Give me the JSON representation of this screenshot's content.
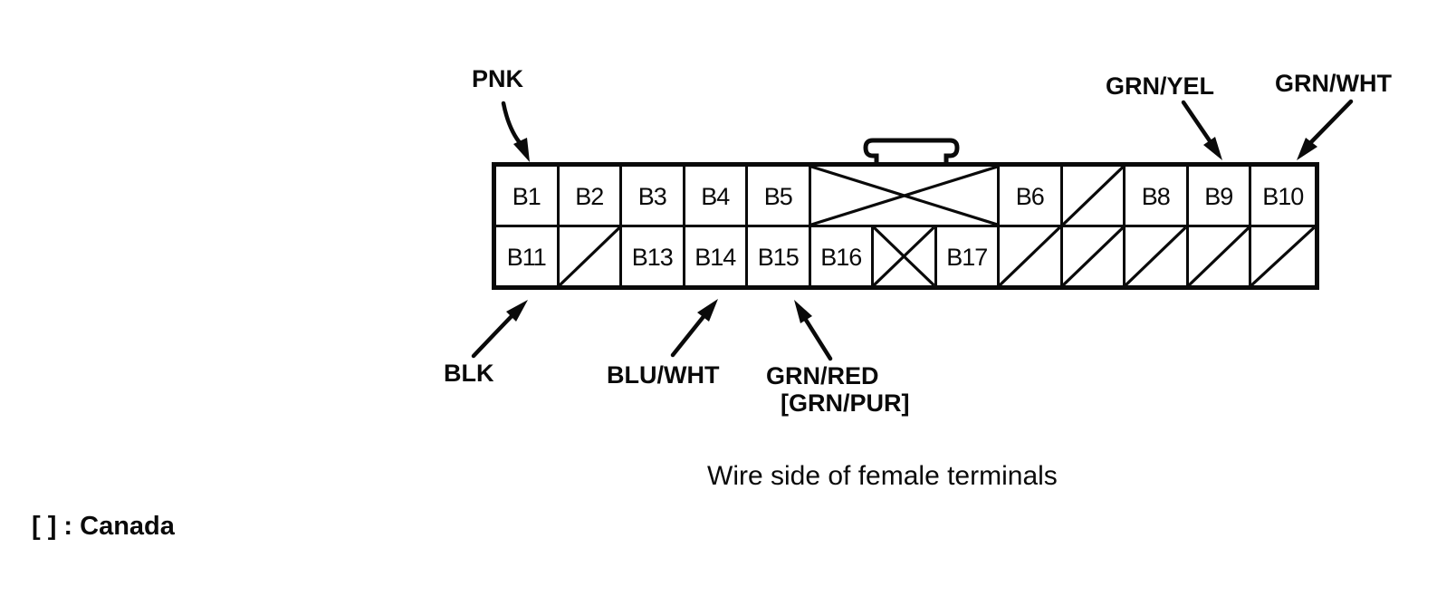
{
  "diagram": {
    "caption": "Wire side of female terminals",
    "legend": {
      "text": "[ ] : Canada",
      "meaning": "Bracketed wire color applies to Canada models"
    },
    "colors": {
      "ink": "#0a0a0a",
      "background": "#ffffff"
    },
    "connector": {
      "rows": 2,
      "columns": 13,
      "top_row": [
        {
          "label": "B1",
          "type": "terminal"
        },
        {
          "label": "B2",
          "type": "terminal"
        },
        {
          "label": "B3",
          "type": "terminal"
        },
        {
          "label": "B4",
          "type": "terminal"
        },
        {
          "label": "B5",
          "type": "terminal"
        },
        {
          "label": "",
          "type": "crossed-unused",
          "span": 3
        },
        {
          "label": "B6",
          "type": "terminal"
        },
        {
          "label": "",
          "type": "slashed-unused"
        },
        {
          "label": "B8",
          "type": "terminal"
        },
        {
          "label": "B9",
          "type": "terminal"
        },
        {
          "label": "B10",
          "type": "terminal"
        }
      ],
      "bottom_row": [
        {
          "label": "B11",
          "type": "terminal"
        },
        {
          "label": "",
          "type": "slashed-unused"
        },
        {
          "label": "B13",
          "type": "terminal"
        },
        {
          "label": "B14",
          "type": "terminal"
        },
        {
          "label": "B15",
          "type": "terminal"
        },
        {
          "label": "B16",
          "type": "terminal"
        },
        {
          "label": "",
          "type": "crossed-unused"
        },
        {
          "label": "B17",
          "type": "terminal"
        },
        {
          "label": "",
          "type": "slashed-unused"
        },
        {
          "label": "",
          "type": "slashed-unused"
        },
        {
          "label": "",
          "type": "slashed-unused"
        },
        {
          "label": "",
          "type": "slashed-unused"
        },
        {
          "label": "",
          "type": "slashed-unused"
        }
      ]
    },
    "wire_labels": {
      "pnk": {
        "text": "PNK",
        "terminal": "B1"
      },
      "grn_yel": {
        "text": "GRN/YEL",
        "terminal": "B9"
      },
      "grn_wht": {
        "text": "GRN/WHT",
        "terminal": "B10"
      },
      "blk": {
        "text": "BLK",
        "terminal": "B11"
      },
      "blu_wht": {
        "text": "BLU/WHT",
        "terminal": "B14"
      },
      "grn_red": {
        "text": "GRN/RED",
        "terminal": "B15"
      },
      "grn_pur": {
        "text": "[GRN/PUR]",
        "terminal": "B15"
      }
    }
  }
}
